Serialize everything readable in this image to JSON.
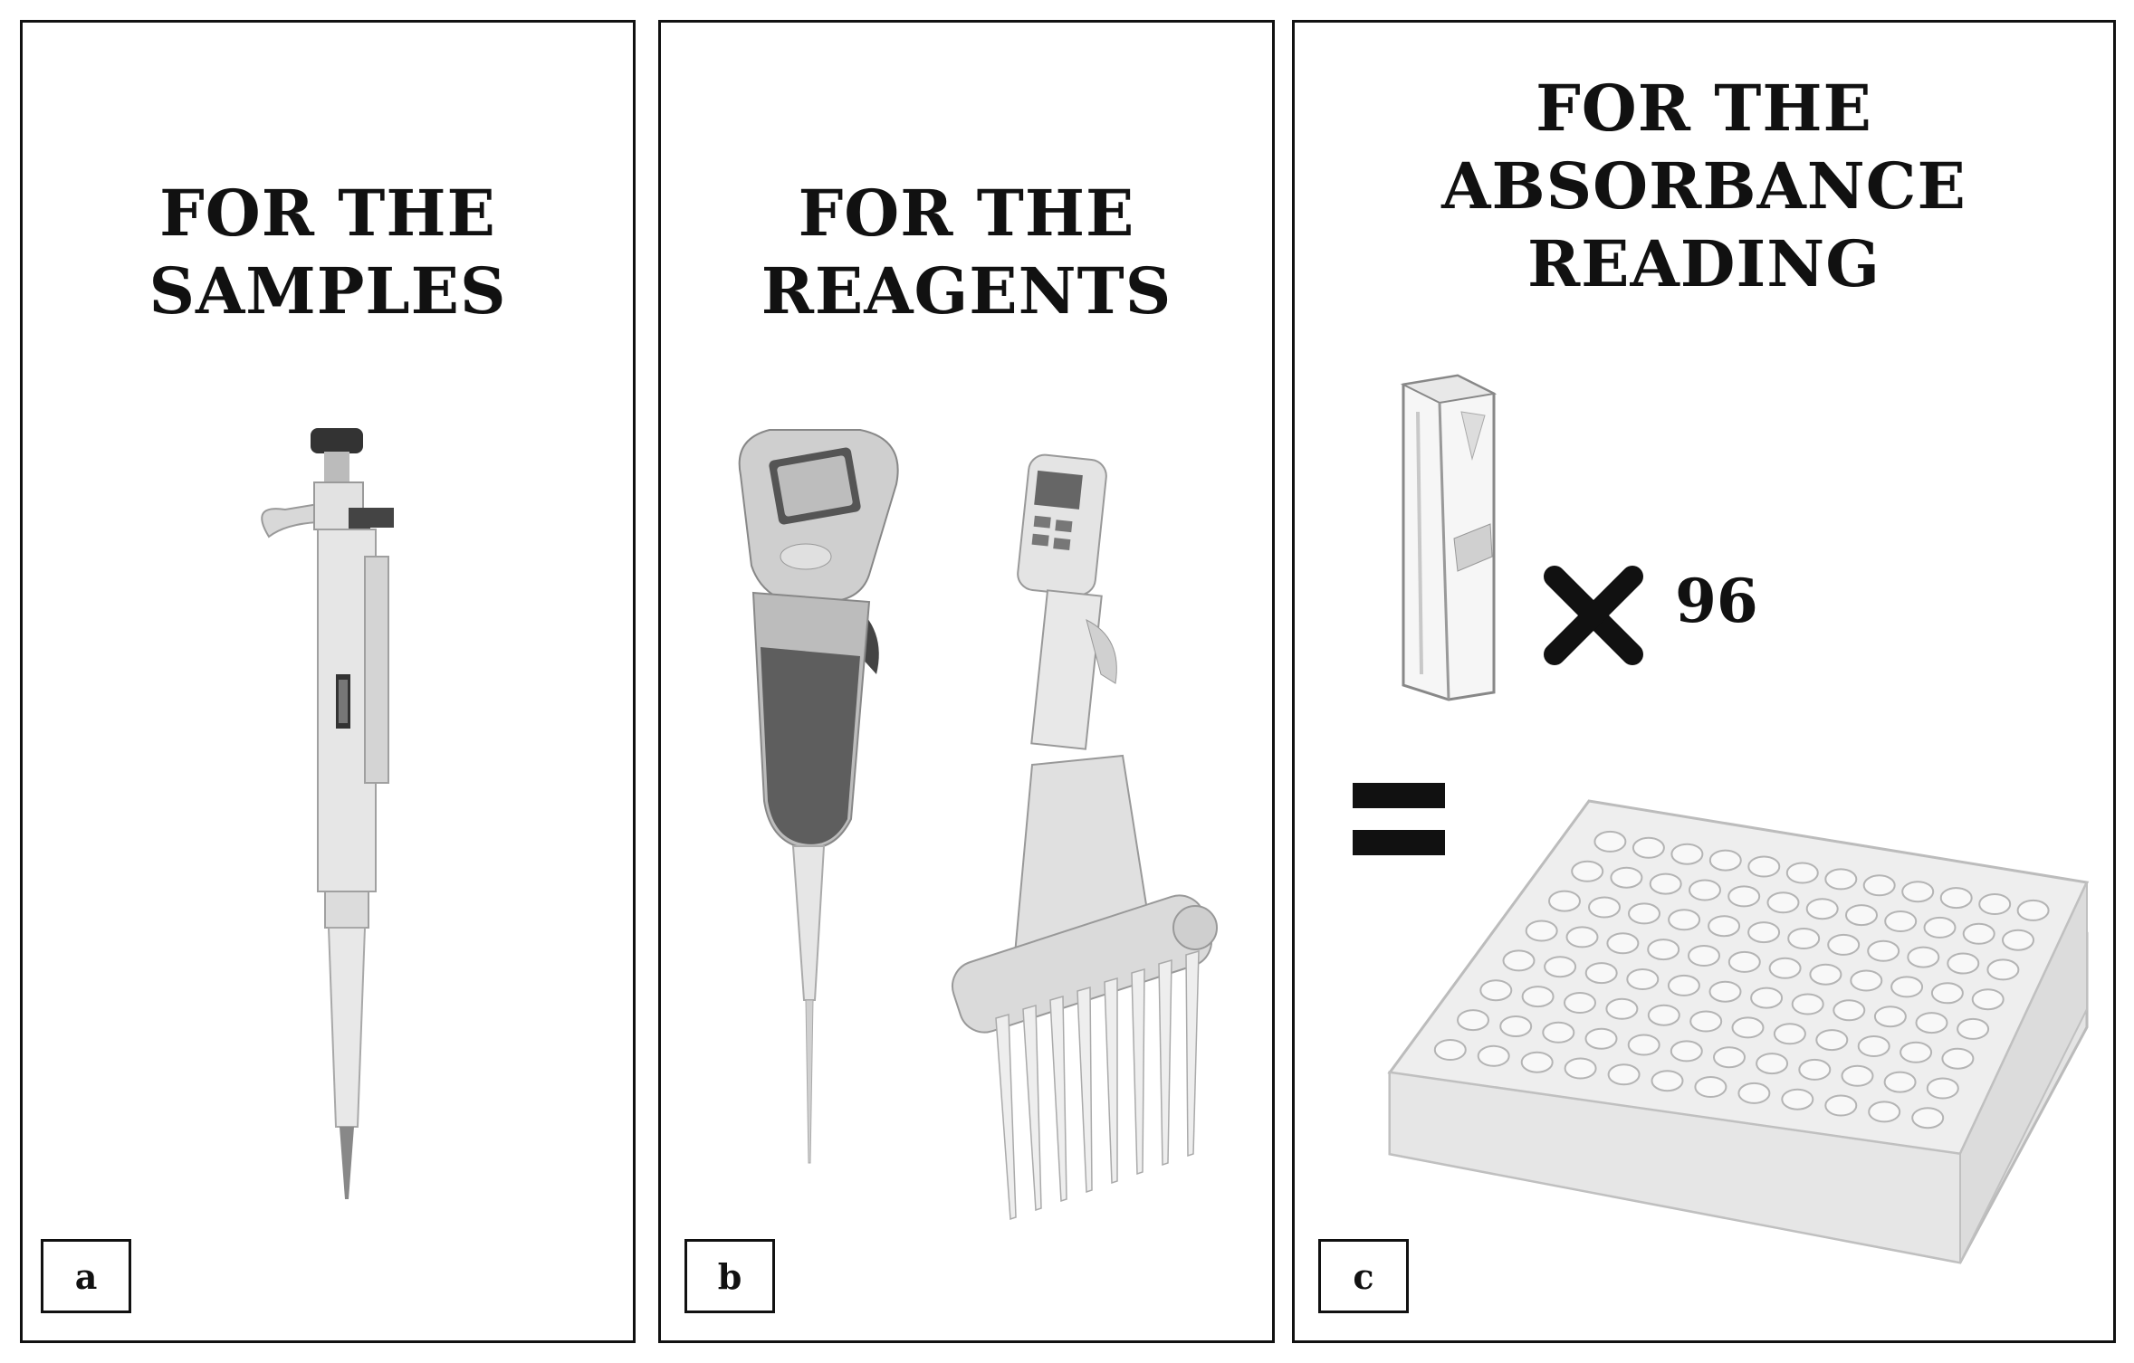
{
  "panels": [
    {
      "id": "a",
      "title_lines": [
        "FOR THE",
        "SAMPLES"
      ],
      "label": "a"
    },
    {
      "id": "b",
      "title_lines": [
        "FOR THE",
        "REAGENTS"
      ],
      "label": "b"
    },
    {
      "id": "c",
      "title_lines": [
        "FOR THE",
        "ABSORBANCE",
        "READING"
      ],
      "label": "c"
    }
  ],
  "multiplier": {
    "symbol_icon": "multiply-icon",
    "count": "96"
  },
  "equals_icon": "equals-icon",
  "images": {
    "a": [
      "single-channel-pipette-icon"
    ],
    "b": [
      "electronic-pipette-icon",
      "multichannel-pipette-icon"
    ],
    "c": [
      "cuvette-icon",
      "96-well-plate-icon"
    ]
  },
  "colors": {
    "border": "#111111",
    "pipette_body": "#d6d6d6",
    "pipette_dark": "#555555",
    "grip": "#6a6a6a"
  }
}
